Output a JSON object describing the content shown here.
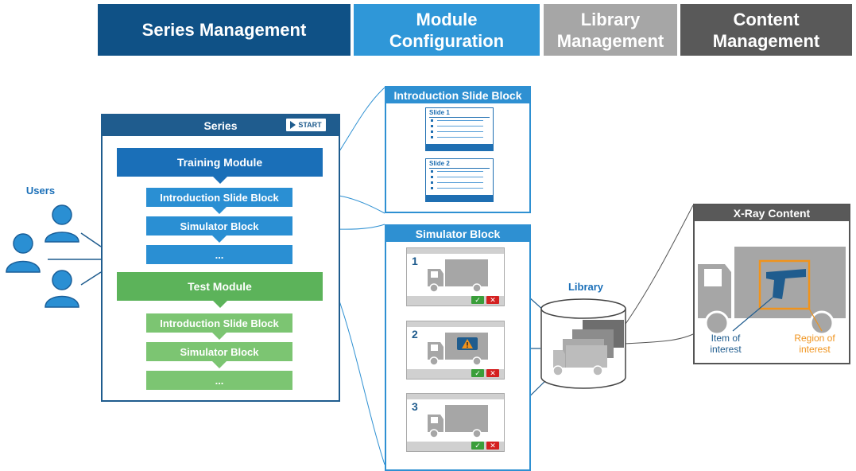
{
  "headers": {
    "series_management": "Series Management",
    "module_configuration_1": "Module",
    "module_configuration_2": "Configuration",
    "library_management_1": "Library",
    "library_management_2": "Management",
    "content_management_1": "Content",
    "content_management_2": "Management"
  },
  "users_label": "Users",
  "series": {
    "title": "Series",
    "start_label": "START",
    "training_module": "Training Module",
    "training_intro": "Introduction Slide Block",
    "training_sim": "Simulator Block",
    "training_more": "...",
    "test_module": "Test Module",
    "test_intro": "Introduction Slide Block",
    "test_sim": "Simulator Block",
    "test_more": "..."
  },
  "intro_panel": {
    "title": "Introduction Slide Block",
    "slides": [
      "Slide 1",
      "Slide 2"
    ]
  },
  "sim_panel": {
    "title": "Simulator Block",
    "items": [
      "1",
      "2",
      "3"
    ],
    "ok_icon": "✓",
    "reject_icon": "✕"
  },
  "library_label": "Library",
  "xray": {
    "title": "X-Ray Content",
    "item_label_1": "Item of",
    "item_label_2": "interest",
    "region_label_1": "Region of",
    "region_label_2": "interest"
  },
  "colors": {
    "series_mgmt": "#0f5186",
    "module_config": "#2f97d8",
    "library_mgmt": "#a6a6a6",
    "content_mgmt": "#595959",
    "blue_dark": "#1a6fb8",
    "blue_mid": "#2a8fd3",
    "green_dark": "#5cb35a",
    "green_light": "#7cc572",
    "orange": "#f0931c"
  }
}
